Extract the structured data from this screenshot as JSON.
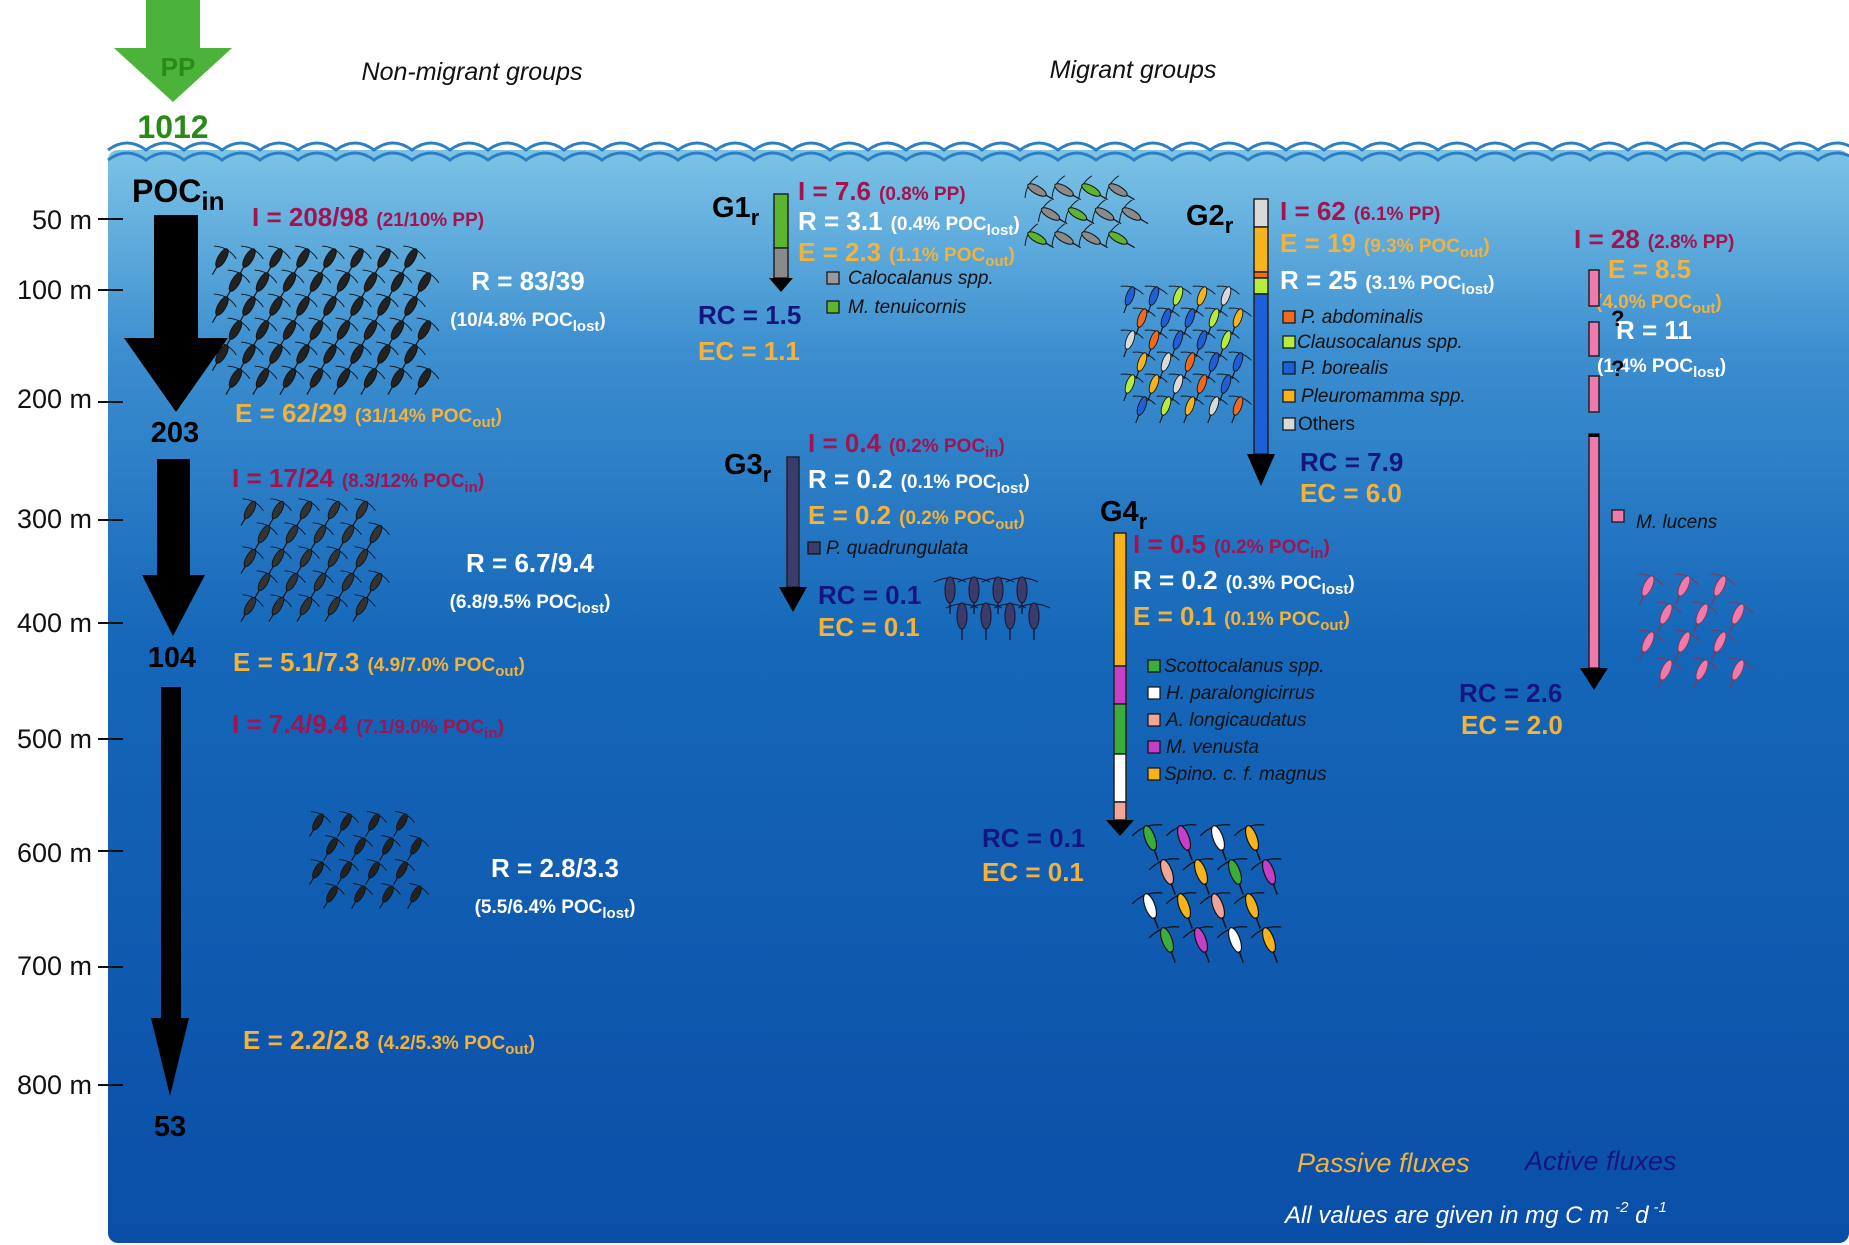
{
  "header": {
    "pp_label": "PP",
    "pp_value": "1012",
    "nonmigrant_title": "Non-migrant groups",
    "migrant_title": "Migrant groups"
  },
  "colors": {
    "ingestion": "#a3134f",
    "egestion": "#f2b23c",
    "respiration": "#ffffff",
    "active": "#14167e",
    "pp_arrow": "#4cb33a",
    "pp_text": "#2a8a18"
  },
  "depth_axis": [
    "50 m",
    "100 m",
    "200 m",
    "300 m",
    "400 m",
    "500 m",
    "600 m",
    "700 m",
    "800 m"
  ],
  "nonmigrant": {
    "poc_in": "POC",
    "poc_in_sub": "in",
    "values": [
      "203",
      "104",
      "53"
    ],
    "layer1": {
      "i_main": "I = 208/98",
      "i_pct": "(21/10% PP)",
      "r_main": "R = 83/39",
      "r_pct": "(10/4.8% POC",
      "r_sub": "lost",
      "r_end": ")",
      "e_main": "E = 62/29",
      "e_pct": "(31/14% POC",
      "e_sub": "out",
      "e_end": ")"
    },
    "layer2": {
      "i_main": "I = 17/24",
      "i_pct": "(8.3/12% POC",
      "i_sub": "in",
      "i_end": ")",
      "r_main": "R = 6.7/9.4",
      "r_pct": "(6.8/9.5% POC",
      "r_sub": "lost",
      "r_end": ")",
      "e_main": "E = 5.1/7.3",
      "e_pct": "(4.9/7.0% POC",
      "e_sub": "out",
      "e_end": ")"
    },
    "layer3": {
      "i_main": "I = 7.4/9.4",
      "i_pct": "(7.1/9.0% POC",
      "i_sub": "in",
      "i_end": ")",
      "r_main": "R = 2.8/3.3",
      "r_pct": "(5.5/6.4% POC",
      "r_sub": "lost",
      "r_end": ")",
      "e_main": "E = 2.2/2.8",
      "e_pct": "(4.2/5.3% POC",
      "e_sub": "out",
      "e_end": ")"
    }
  },
  "g1": {
    "name": "G1",
    "sub": "r",
    "i_main": "I = 7.6",
    "i_pct": "(0.8% PP)",
    "r_main": "R = 3.1",
    "r_pct": "(0.4% POC",
    "r_sub": "lost",
    "r_end": ")",
    "e_main": "E = 2.3",
    "e_pct": "(1.1% POC",
    "e_sub": "out",
    "e_end": ")",
    "rc": "RC = 1.5",
    "ec": "EC = 1.1",
    "legend": [
      {
        "label": "Calocalanus spp.",
        "color": "#9a9a9a"
      },
      {
        "label": "M. tenuicornis",
        "color": "#5cb52e"
      }
    ]
  },
  "g2": {
    "name": "G2",
    "sub": "r",
    "i_main": "I = 62",
    "i_pct": "(6.1% PP)",
    "e_main": "E = 19",
    "e_pct": "(9.3% POC",
    "e_sub": "out",
    "e_end": ")",
    "r_main": "R = 25",
    "r_pct": "(3.1% POC",
    "r_sub": "lost",
    "r_end": ")",
    "rc": "RC = 7.9",
    "ec": "EC = 6.0",
    "legend": [
      {
        "label": "P. abdominalis",
        "color": "#f06a1e"
      },
      {
        "label": "Clausocalanus spp.",
        "color": "#b6ec3c"
      },
      {
        "label": "P. borealis",
        "color": "#1d5fd6"
      },
      {
        "label": "Pleuromamma spp.",
        "color": "#f6b31b"
      },
      {
        "label": "Others",
        "color": "#d9d9d9"
      }
    ]
  },
  "g3": {
    "name": "G3",
    "sub": "r",
    "i_main": "I = 0.4",
    "i_pct": "(0.2% POC",
    "i_sub": "in",
    "i_end": ")",
    "r_main": "R = 0.2",
    "r_pct": "(0.1% POC",
    "r_sub": "lost",
    "r_end": ")",
    "e_main": "E = 0.2",
    "e_pct": "(0.2% POC",
    "e_sub": "out",
    "e_end": ")",
    "rc": "RC = 0.1",
    "ec": "EC = 0.1",
    "legend": [
      {
        "label": "P. quadrungulata",
        "color": "#3c3c6c"
      }
    ]
  },
  "g4": {
    "name": "G4",
    "sub": "r",
    "i_main": "I = 0.5",
    "i_pct": "(0.2% POC",
    "i_sub": "in",
    "i_end": ")",
    "r_main": "R = 0.2",
    "r_pct": "(0.3% POC",
    "r_sub": "lost",
    "r_end": ")",
    "e_main": "E = 0.1",
    "e_pct": "(0.1% POC",
    "e_sub": "out",
    "e_end": ")",
    "rc": "RC = 0.1",
    "ec": "EC = 0.1",
    "legend": [
      {
        "label": "Scottocalanus spp.",
        "color": "#3aad3a"
      },
      {
        "label": "H. paralongicirrus",
        "color": "#ffffff"
      },
      {
        "label": "A. longicaudatus",
        "color": "#f1a598"
      },
      {
        "label": "M. venusta",
        "color": "#c63fc6"
      },
      {
        "label": "Spino. c. f. magnus",
        "color": "#f6b31b"
      }
    ]
  },
  "g5": {
    "i_main": "I = 28",
    "i_pct": "(2.8% PP)",
    "e_main": "E = 8.5",
    "e_pct": "(4.0% POC",
    "e_sub": "out",
    "e_end": ")",
    "r_main": "R = 11",
    "r_pct": "(1.4% POC",
    "r_sub": "lost",
    "r_end": ")",
    "q": "?",
    "rc": "RC = 2.6",
    "ec": "EC = 2.0",
    "legend": [
      {
        "label": "M. lucens",
        "color": "#f07aab"
      }
    ]
  },
  "footer": {
    "passive": "Passive fluxes",
    "active": "Active fluxes",
    "units_prefix": "All values are given in mg C m",
    "units_exp1": "-2",
    "units_mid": " d",
    "units_exp2": "-1"
  }
}
